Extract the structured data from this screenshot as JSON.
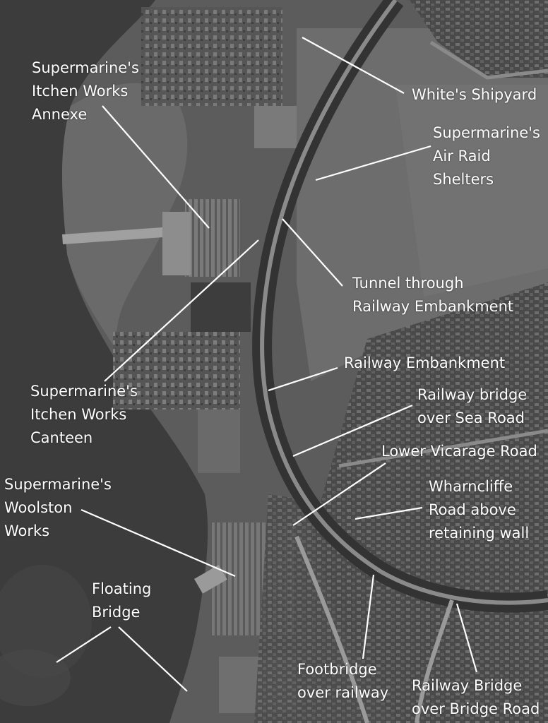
{
  "map": {
    "style": "greyscale aerial photograph",
    "labels": [
      {
        "id": "itchen-annexe",
        "text": "Supermarine's\nItchen Works\nAnnexe"
      },
      {
        "id": "whites-shipyard",
        "text": "White's Shipyard"
      },
      {
        "id": "air-raid-shelters",
        "text": "Supermarine's\nAir Raid\nShelters"
      },
      {
        "id": "tunnel",
        "text": "Tunnel through\nRailway Embankment"
      },
      {
        "id": "railway-embankment",
        "text": "Railway Embankment"
      },
      {
        "id": "itchen-canteen",
        "text": "Supermarine's\nItchen Works\nCanteen"
      },
      {
        "id": "bridge-sea-road",
        "text": "Railway bridge\nover Sea Road"
      },
      {
        "id": "lower-vicarage",
        "text": "Lower Vicarage Road"
      },
      {
        "id": "woolston-works",
        "text": "Supermarine's\nWoolston\nWorks"
      },
      {
        "id": "wharncliffe",
        "text": "Wharncliffe\nRoad above\nretaining wall"
      },
      {
        "id": "floating-bridge",
        "text": "Floating\nBridge"
      },
      {
        "id": "footbridge",
        "text": "Footbridge\nover railway"
      },
      {
        "id": "bridge-road",
        "text": "Railway Bridge\nover Bridge Road"
      }
    ]
  }
}
